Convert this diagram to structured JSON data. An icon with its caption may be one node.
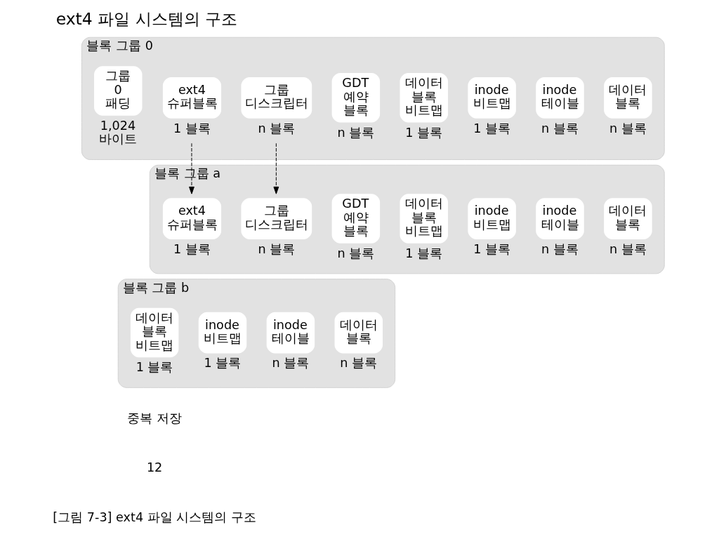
{
  "diagram": {
    "title": "ext4 파일 시스템의 구조",
    "caption": "[그림 7-3] ext4 파일 시스템의 구조",
    "nodes": [
      {
        "text": [
          "블록 그룹 0"
        ]
      },
      {
        "text": [
          "그룹 0 패딩"
        ],
        "in": 0,
        "beside": [
          "1,024 바이트"
        ]
      },
      {
        "text": [
          "ext4 슈퍼블록"
        ],
        "in": 0,
        "beside": [
          "1 블록"
        ]
      },
      {
        "text": [
          "그룹 디스크립터"
        ],
        "in": 0,
        "beside": [
          "n 블록"
        ]
      },
      {
        "text": [
          "GDT 예약 블록"
        ],
        "in": 0,
        "beside": [
          "n 블록"
        ]
      },
      {
        "text": [
          "데이터 블록 비트맵"
        ],
        "in": 0,
        "beside": [
          "1 블록"
        ]
      },
      {
        "text": [
          "inode 비트맵"
        ],
        "in": 0,
        "beside": [
          "1 블록"
        ]
      },
      {
        "text": [
          "inode 테이블"
        ],
        "in": 0,
        "beside": [
          "n 블록"
        ]
      },
      {
        "text": [
          "데이터 블록"
        ],
        "in": 0,
        "beside": [
          "n 블록"
        ]
      },
      {
        "text": [
          "블록 그룹 a"
        ]
      },
      {
        "text": [
          "ext4 슈퍼블록"
        ],
        "in": 9,
        "beside": [
          "1 블록"
        ]
      },
      {
        "text": [
          "그룹 디스크립터"
        ],
        "in": 9,
        "beside": [
          "n 블록"
        ]
      },
      {
        "text": [
          "GDT 예약 블록"
        ],
        "in": 9,
        "beside": [
          "n 블록"
        ]
      },
      {
        "text": [
          "데이터 블록 비트맵"
        ],
        "in": 9,
        "beside": [
          "1 블록"
        ]
      },
      {
        "text": [
          "inode 비트맵"
        ],
        "in": 9,
        "beside": [
          "1 블록"
        ]
      },
      {
        "text": [
          "inode 테이블"
        ],
        "in": 9,
        "beside": [
          "n 블록"
        ]
      },
      {
        "text": [
          "데이터 블록"
        ],
        "in": 9,
        "beside": [
          "n 블록"
        ]
      },
      {
        "text": [
          "블록 그룹 b"
        ]
      },
      {
        "text": [
          "데이터 블록 비트맵"
        ],
        "in": 17,
        "beside": [
          "1 블록"
        ]
      },
      {
        "text": [
          "inode 비트맵"
        ],
        "in": 17,
        "beside": [
          "1 블록"
        ]
      },
      {
        "text": [
          "inode 테이블"
        ],
        "in": 17,
        "beside": [
          "n 블록"
        ]
      },
      {
        "text": [
          "데이터 블록"
        ],
        "in": 17,
        "beside": [
          "n 블록"
        ]
      }
    ],
    "edges": [
      {
        "from": 2,
        "to": 10,
        "arrow": "to",
        "style": "dashed"
      },
      {
        "from": 3,
        "to": 11,
        "arrow": "to",
        "style": "dashed"
      }
    ],
    "labels": [
      "중복 저장",
      "12"
    ]
  }
}
